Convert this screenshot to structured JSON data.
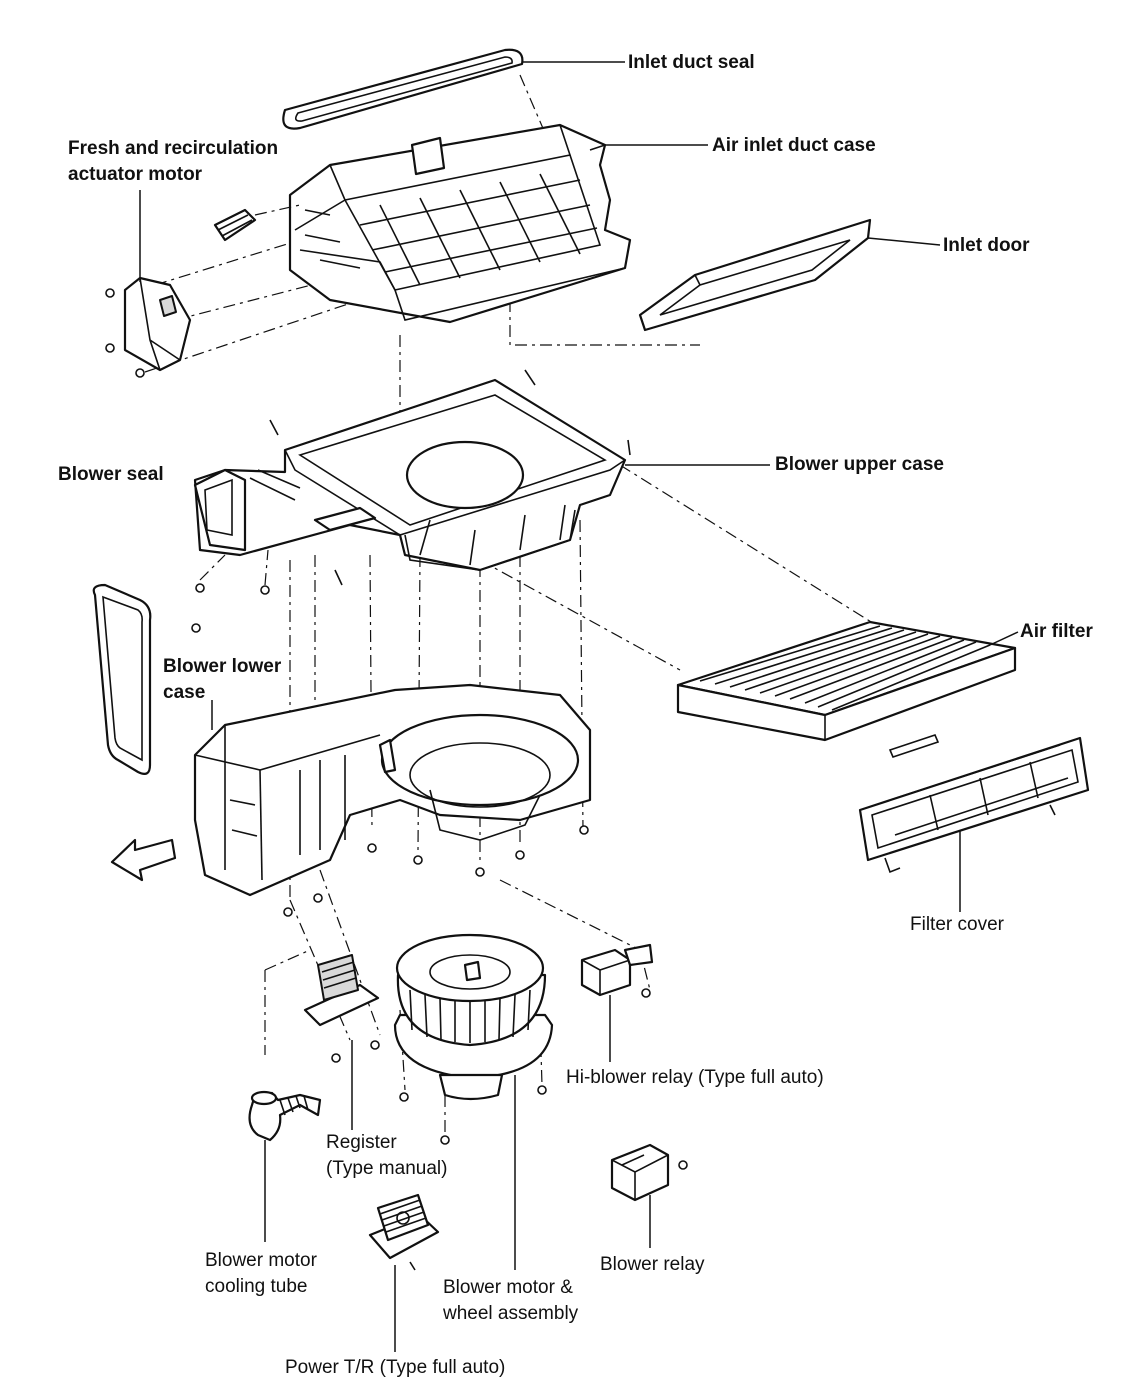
{
  "title": "",
  "colors": {
    "ink": "#111111",
    "paper": "#ffffff",
    "shade": "#d9d9d9"
  },
  "labels": {
    "inlet_duct_seal": "Inlet duct seal",
    "air_inlet_duct_case": "Air inlet duct case",
    "actuator_line1": "Fresh and recirculation",
    "actuator_line2": "actuator motor",
    "inlet_door": "Inlet door",
    "blower_seal": "Blower seal",
    "blower_upper_case": "Blower upper case",
    "air_filter": "Air filter",
    "blower_lower_case_line1": "Blower lower",
    "blower_lower_case_line2": "case",
    "filter_cover": "Filter cover",
    "hi_blower_relay": "Hi-blower relay (Type full auto)",
    "register_line1": "Register",
    "register_line2": "(Type manual)",
    "cooling_tube_line1": "Blower motor",
    "cooling_tube_line2": "cooling tube",
    "motor_wheel_line1": "Blower motor &",
    "motor_wheel_line2": "wheel assembly",
    "blower_relay": "Blower relay",
    "power_tr": "Power T/R (Type full auto)"
  },
  "icons": {
    "airflow_arrow": "airflow-direction-arrow-icon",
    "screw": "screw-icon"
  }
}
